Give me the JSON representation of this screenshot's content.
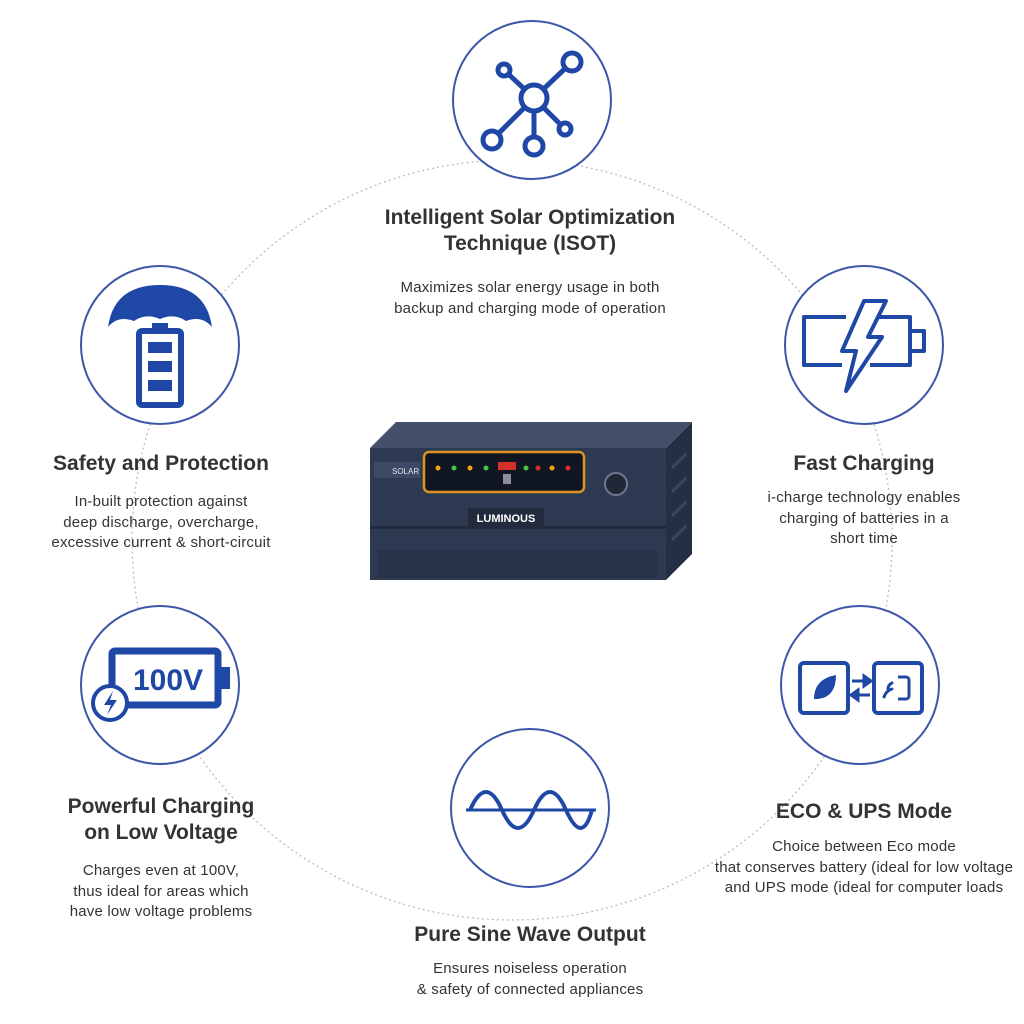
{
  "colors": {
    "icon_blue": "#1f47a5",
    "ring": "#b9b9b9",
    "text": "#333333",
    "inverter_body": "#2e3a52"
  },
  "features": {
    "isot": {
      "icon": "network-nodes-icon",
      "title": [
        "Intelligent Solar Optimization",
        "Technique (ISOT)"
      ],
      "desc": [
        "Maximizes solar energy usage in both",
        "backup and charging mode of operation"
      ]
    },
    "fast_charging": {
      "icon": "battery-bolt-icon",
      "title": [
        "Fast Charging"
      ],
      "desc": [
        "i-charge technology enables",
        "charging of batteries in a",
        "short time"
      ]
    },
    "eco_ups": {
      "icon": "eco-ups-switch-icon",
      "title": [
        "ECO & UPS Mode"
      ],
      "desc": [
        "Choice between Eco mode",
        "that conserves battery (ideal for low voltage",
        "and UPS mode (ideal for computer loads"
      ]
    },
    "sine_wave": {
      "icon": "sine-wave-icon",
      "title": [
        "Pure Sine Wave Output"
      ],
      "desc": [
        "Ensures noiseless operation",
        "& safety of connected appliances"
      ]
    },
    "low_voltage": {
      "icon": "battery-100v-icon",
      "icon_text": "100V",
      "title": [
        "Powerful Charging",
        "on Low Voltage"
      ],
      "desc": [
        "Charges even at 100V,",
        "thus ideal for areas which",
        "have low voltage problems"
      ]
    },
    "safety": {
      "icon": "umbrella-battery-icon",
      "title": [
        "Safety and Protection"
      ],
      "desc": [
        "In-built protection against",
        "deep discharge, overcharge,",
        "excessive current & short-circuit"
      ]
    }
  },
  "product": {
    "brand": "LUMINOUS",
    "model_label": "SOLAR"
  }
}
